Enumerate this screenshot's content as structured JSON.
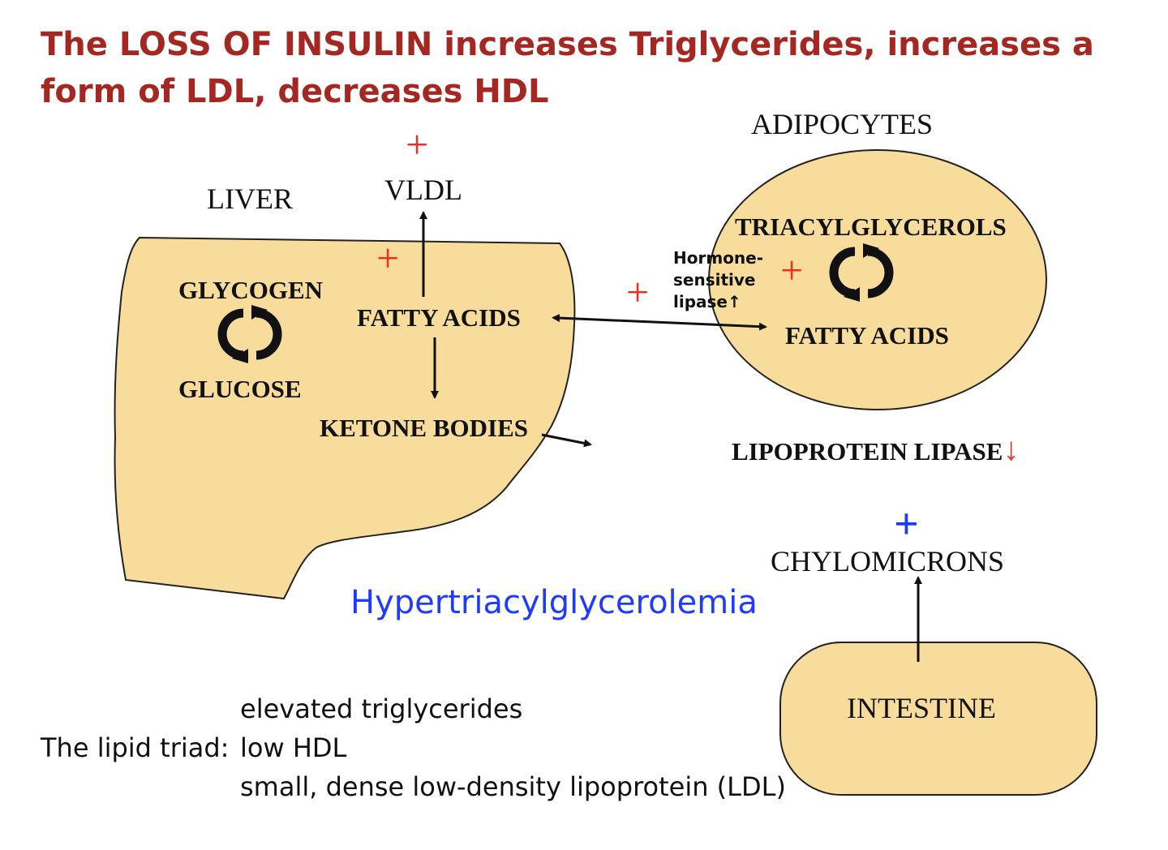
{
  "title": "The LOSS OF INSULIN increases Triglycerides, increases a form of LDL, decreases HDL",
  "colors": {
    "shape_fill": "#f8dc9c",
    "title_red": "#a52722",
    "plus_red": "#f0301c",
    "plus_blue": "#1f3bff",
    "text_blue": "#1f3bff"
  },
  "liver": {
    "label": "LIVER",
    "glycogen": "GLYCOGEN",
    "glucose": "GLUCOSE",
    "fatty_acids": "FATTY ACIDS",
    "ketone_bodies": "KETONE BODIES",
    "cycle_icon": "cycle-arrows-icon"
  },
  "vldl": {
    "label": "VLDL",
    "sign": "+"
  },
  "liver_fa_sign": "+",
  "adipocytes": {
    "label": "ADIPOCYTES",
    "triacylglycerols": "TRIACYLGLYCEROLS",
    "fatty_acids": "FATTY ACIDS",
    "hsl_lines": [
      "Hormone-",
      "sensitive",
      "lipase↑"
    ],
    "inner_sign": "+",
    "outer_sign": "+",
    "cycle_icon": "cycle-arrows-icon"
  },
  "lipoprotein_lipase": {
    "label": "LIPOPROTEIN LIPASE",
    "arrow": "↓"
  },
  "chylomicrons": {
    "label": "CHYLOMICRONS",
    "sign": "+"
  },
  "intestine": {
    "label": "INTESTINE"
  },
  "hypertriacylglycerolemia": "Hypertriacylglycerolemia",
  "lipid_triad": {
    "prefix": "The lipid triad:",
    "items": [
      "elevated triglycerides",
      "low HDL",
      "small, dense low-density lipoprotein (LDL)"
    ]
  }
}
